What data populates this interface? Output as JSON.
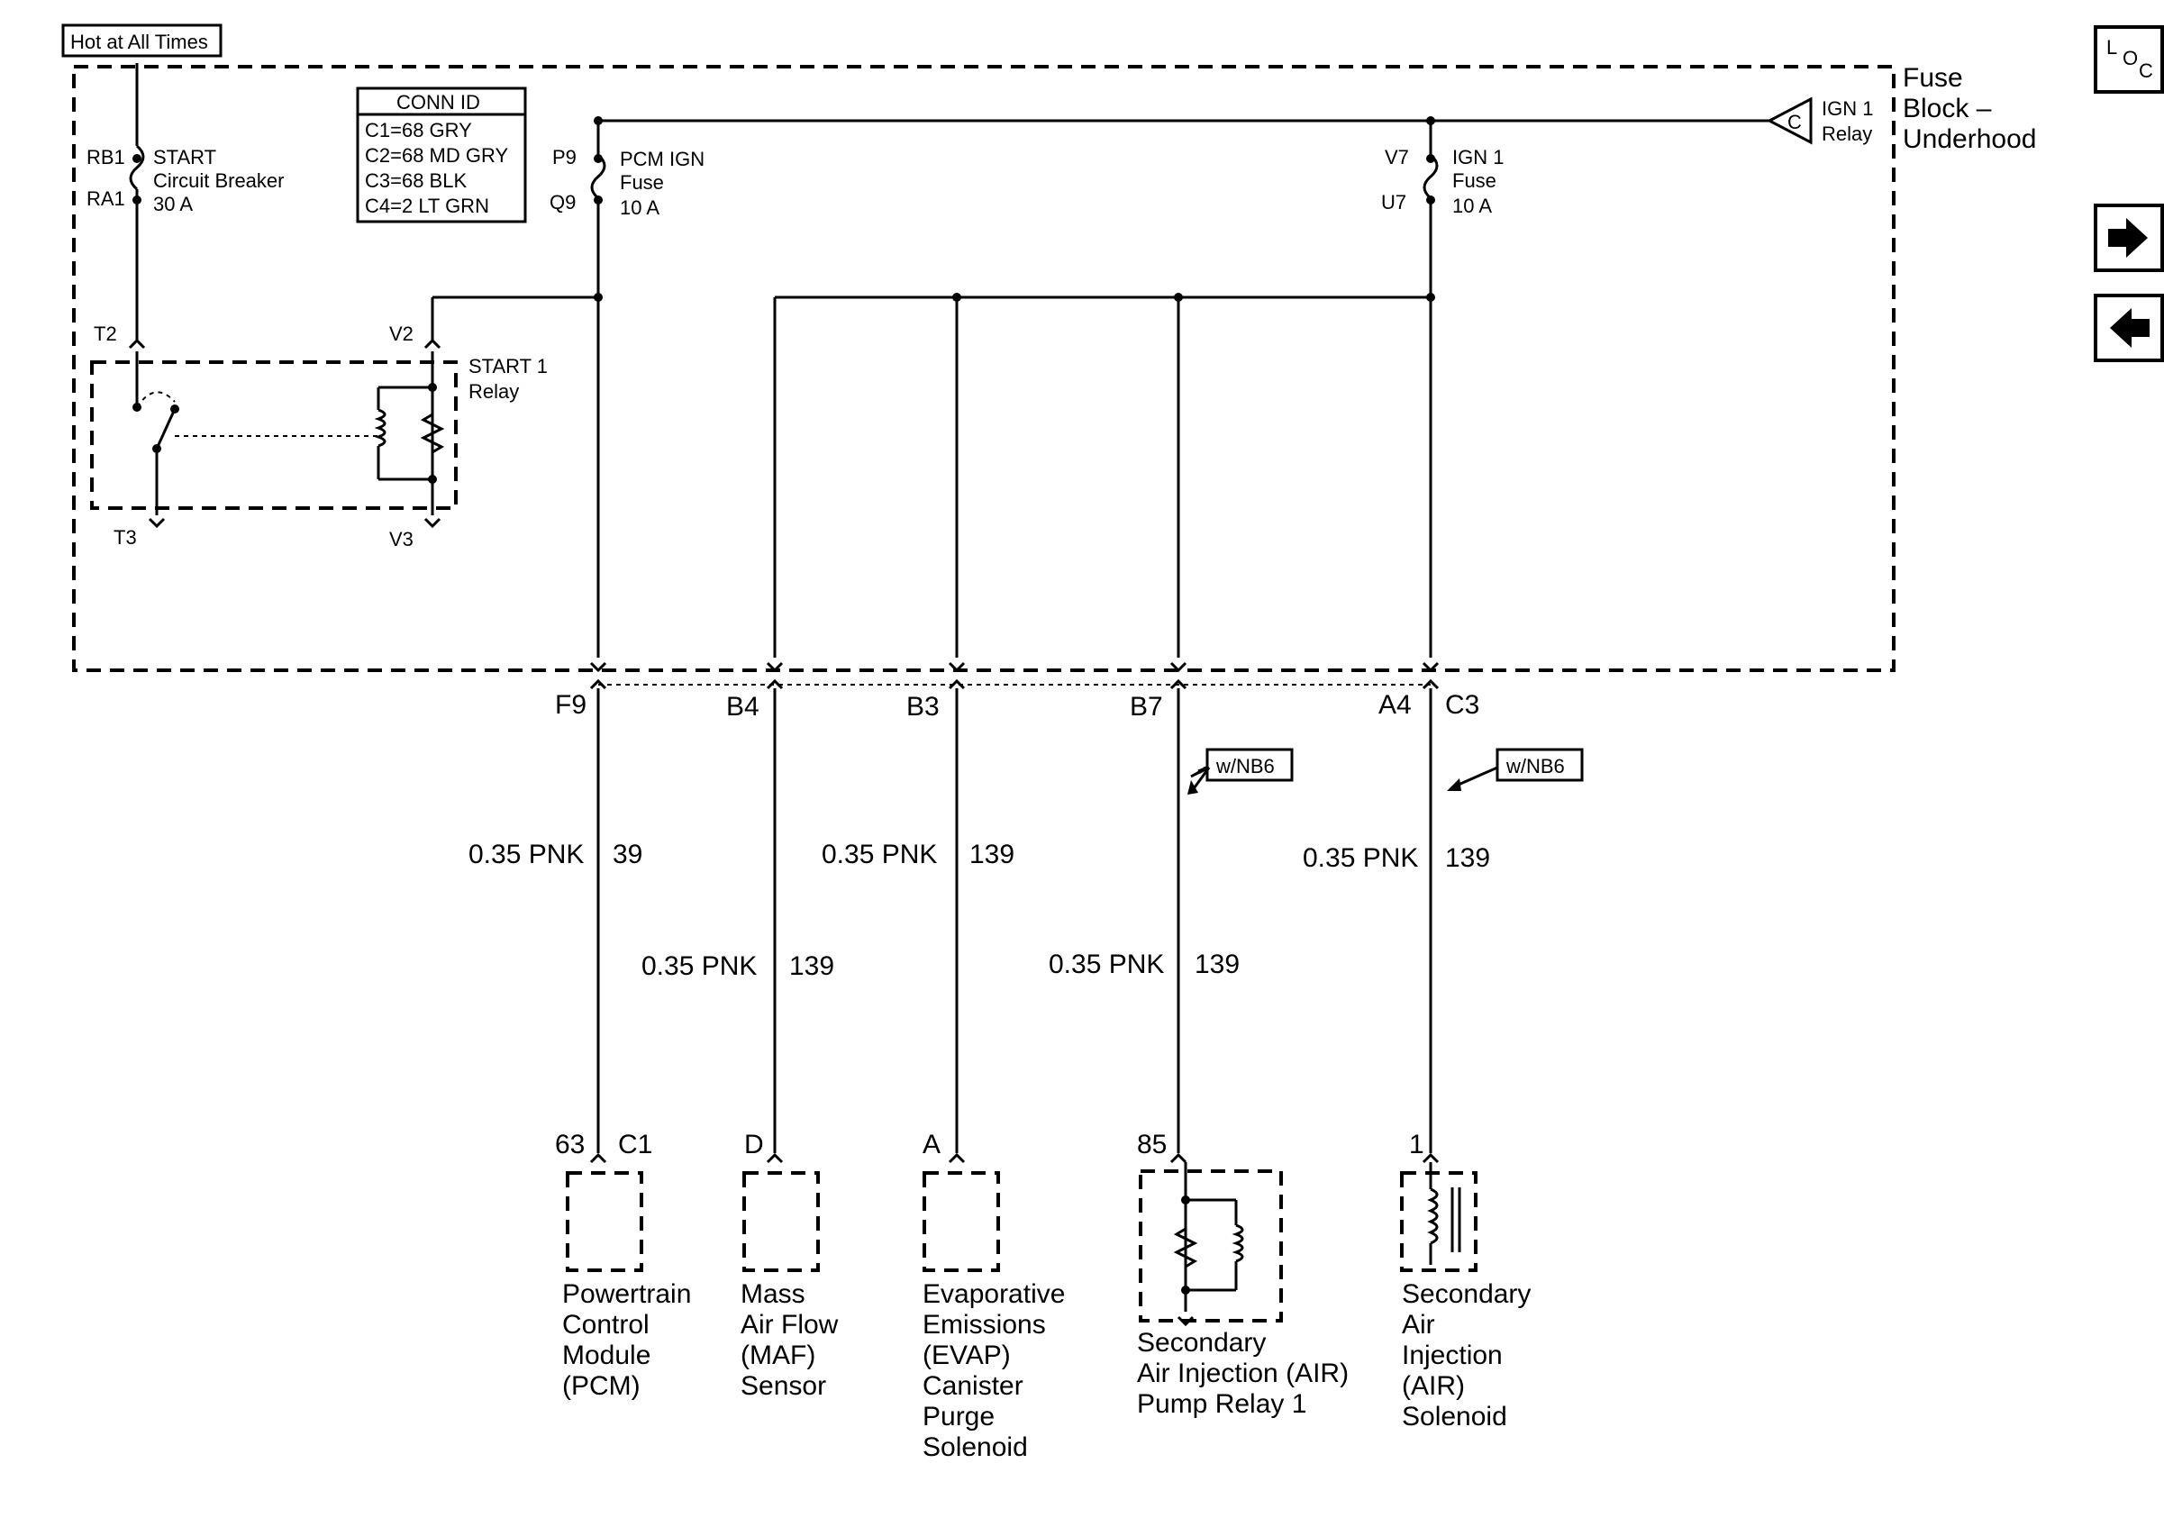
{
  "hot_label": "Hot at All Times",
  "conn_id": {
    "title": "CONN ID",
    "rows": [
      "C1=68 GRY",
      "C2=68 MD GRY",
      "C3=68 BLK",
      "C4=2 LT GRN"
    ]
  },
  "fuse_block": {
    "line1": "Fuse",
    "line2": "Block –",
    "line3": "Underhood"
  },
  "ign_relay": {
    "letter": "C",
    "line1": "IGN 1",
    "line2": "Relay"
  },
  "start_breaker": {
    "pin_top": "RB1",
    "pin_bottom": "RA1",
    "line1": "START",
    "line2": "Circuit Breaker",
    "line3": "30 A"
  },
  "pcm_fuse": {
    "pin_top": "P9",
    "pin_bottom": "Q9",
    "line1": "PCM IGN",
    "line2": "Fuse",
    "line3": "10 A"
  },
  "ign1_fuse": {
    "pin_top": "V7",
    "pin_bottom": "U7",
    "line1": "IGN 1",
    "line2": "Fuse",
    "line3": "10 A"
  },
  "start_relay": {
    "pin_t2": "T2",
    "pin_v2": "V2",
    "pin_t3": "T3",
    "pin_v3": "V3",
    "line1": "START 1",
    "line2": "Relay"
  },
  "connectors": {
    "f9": "F9",
    "b4": "B4",
    "b3": "B3",
    "b7": "B7",
    "a4": "A4",
    "c3": "C3"
  },
  "wires": {
    "w1": {
      "gauge": "0.35 PNK",
      "circuit": "39"
    },
    "w2": {
      "gauge": "0.35 PNK",
      "circuit": "139"
    },
    "w3": {
      "gauge": "0.35 PNK",
      "circuit": "139"
    },
    "w4": {
      "gauge": "0.35 PNK",
      "circuit": "139"
    },
    "w5": {
      "gauge": "0.35 PNK",
      "circuit": "139"
    }
  },
  "option_tags": {
    "t1": "w/NB6",
    "t2": "w/NB6"
  },
  "components": {
    "pcm": {
      "pin": "63",
      "conn": "C1",
      "lines": [
        "Powertrain",
        "Control",
        "Module",
        "(PCM)"
      ]
    },
    "maf": {
      "pin": "D",
      "lines": [
        "Mass",
        "Air Flow",
        "(MAF)",
        "Sensor"
      ]
    },
    "evap": {
      "pin": "A",
      "lines": [
        "Evaporative",
        "Emissions",
        "(EVAP)",
        "Canister",
        "Purge",
        "Solenoid"
      ]
    },
    "air_relay": {
      "pin": "85",
      "lines": [
        "Secondary",
        "Air Injection (AIR)",
        "Pump Relay 1"
      ]
    },
    "air_solenoid": {
      "pin": "1",
      "lines": [
        "Secondary",
        "Air",
        "Injection",
        "(AIR)",
        "Solenoid"
      ]
    }
  },
  "nav": {
    "loc_icon": "loc-icon",
    "next_icon": "arrow-right-icon",
    "prev_icon": "arrow-left-icon"
  }
}
